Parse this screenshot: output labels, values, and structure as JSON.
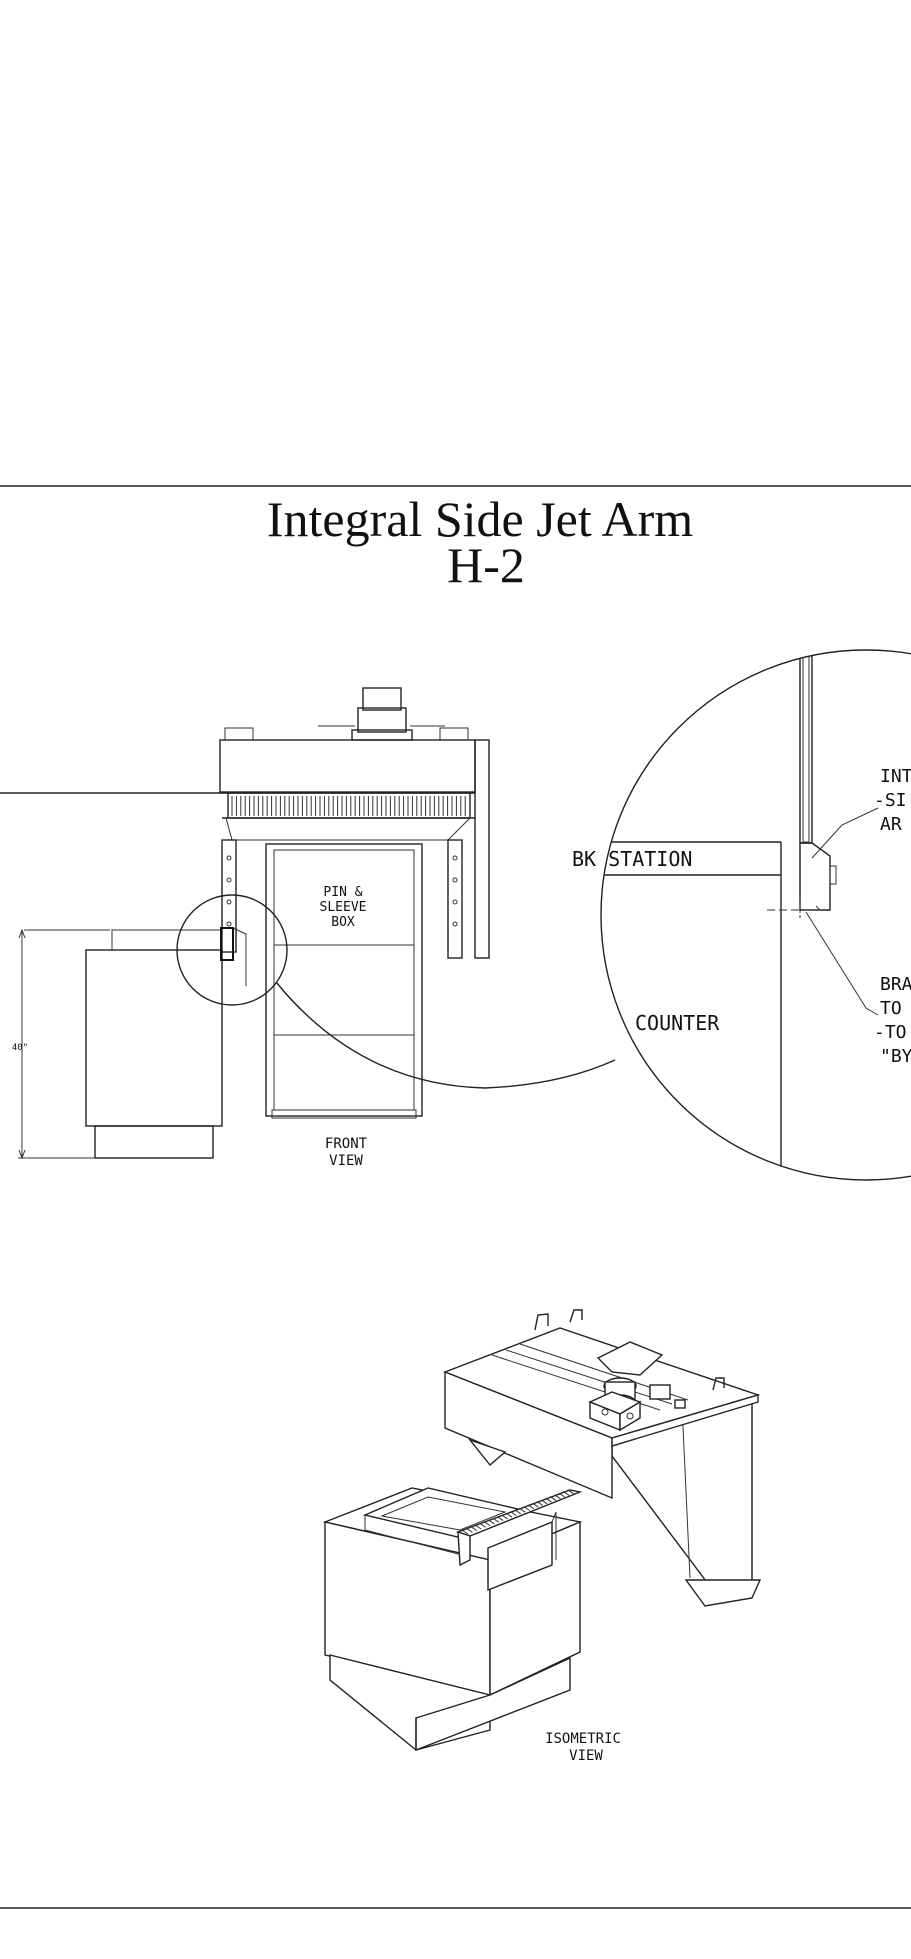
{
  "title": {
    "line1": "Integral Side Jet Arm",
    "line2": "H-2"
  },
  "front_view": {
    "pin_box_label": [
      "PIN &",
      "SLEEVE",
      "BOX"
    ],
    "dimension": "40\"",
    "caption": [
      "FRONT",
      "VIEW"
    ]
  },
  "detail": {
    "station_label": "BK STATION",
    "counter_label": "COUNTER",
    "callout_top": [
      "INT",
      "-SI",
      "AR"
    ],
    "callout_bottom": [
      "BRA",
      "TO",
      "-TO",
      "\"BY"
    ]
  },
  "isometric_view": {
    "caption": [
      "ISOMETRIC",
      "VIEW"
    ]
  }
}
